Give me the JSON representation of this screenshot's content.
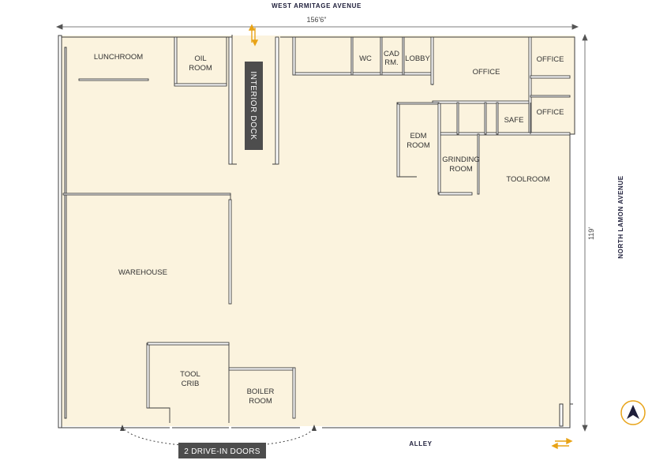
{
  "streets": {
    "north": "WEST ARMITAGE AVENUE",
    "east": "NORTH LAMON AVENUE",
    "south": "ALLEY"
  },
  "dimensions": {
    "width": "156'6\"",
    "height": "119'"
  },
  "rooms": {
    "lunchroom": "LUNCHROOM",
    "oil_room": [
      "OIL",
      "ROOM"
    ],
    "interior_dock": "INTERIOR DOCK",
    "wc": "WC",
    "cad_room": [
      "CAD",
      "RM."
    ],
    "lobby": "LOBBY",
    "office_main": "OFFICE",
    "office_ne": "OFFICE",
    "office_e": "OFFICE",
    "safe": "SAFE",
    "edm_room": [
      "EDM",
      "ROOM"
    ],
    "grinding_room": [
      "GRINDING",
      "ROOM"
    ],
    "toolroom": "TOOLROOM",
    "warehouse": "WAREHOUSE",
    "tool_crib": [
      "TOOL",
      "CRIB"
    ],
    "boiler_room": [
      "BOILER",
      "ROOM"
    ]
  },
  "callout": "2 DRIVE-IN DOORS",
  "colors": {
    "floor": "#fbf3de",
    "wall": "#3c3c3c",
    "accent_arrow": "#e8a317",
    "dock_label_bg": "#4d4d4d",
    "compass_ring": "#e8a317",
    "compass_arrow": "#1e1e3a"
  },
  "icons": {
    "north_indicator": "north-arrow-icon",
    "north_entry": "entry-arrow-icon",
    "alley_access": "access-arrow-icon"
  }
}
